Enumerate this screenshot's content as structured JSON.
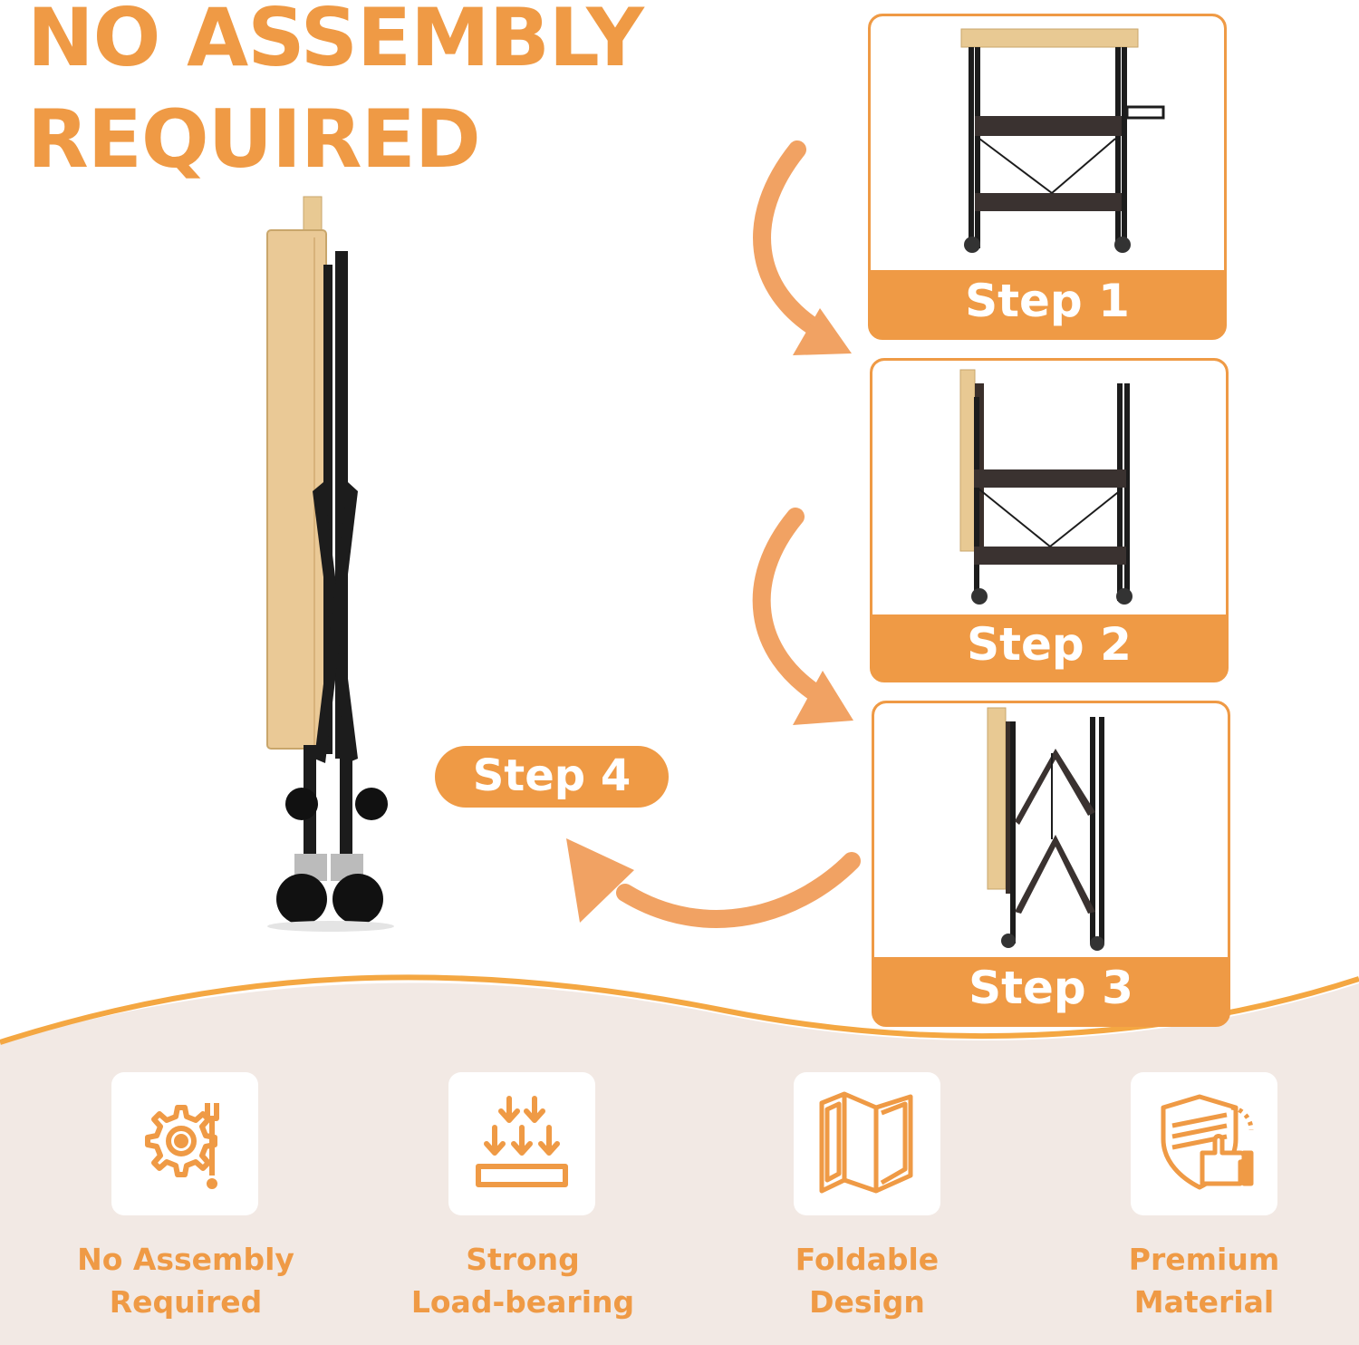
{
  "headline": {
    "line1": "NO ASSEMBLY",
    "line2": "REQUIRED"
  },
  "steps": [
    {
      "label": "Step 1"
    },
    {
      "label": "Step 2"
    },
    {
      "label": "Step 3"
    },
    {
      "label": "Step 4"
    }
  ],
  "features": [
    {
      "line1": "No Assembly",
      "line2": "Required",
      "icon": "gear-wrench-icon"
    },
    {
      "line1": "Strong",
      "line2": "Load-bearing",
      "icon": "load-arrows-icon"
    },
    {
      "line1": "Foldable",
      "line2": "Design",
      "icon": "folding-panels-icon"
    },
    {
      "line1": "Premium",
      "line2": "Material",
      "icon": "shield-thumbs-up-icon"
    }
  ],
  "colors": {
    "accent": "#ef9a45",
    "light_accent": "#f4b77d",
    "footer_bg": "#f2e9e4",
    "wood": "#e8c993",
    "metal": "#1c1c1c"
  }
}
